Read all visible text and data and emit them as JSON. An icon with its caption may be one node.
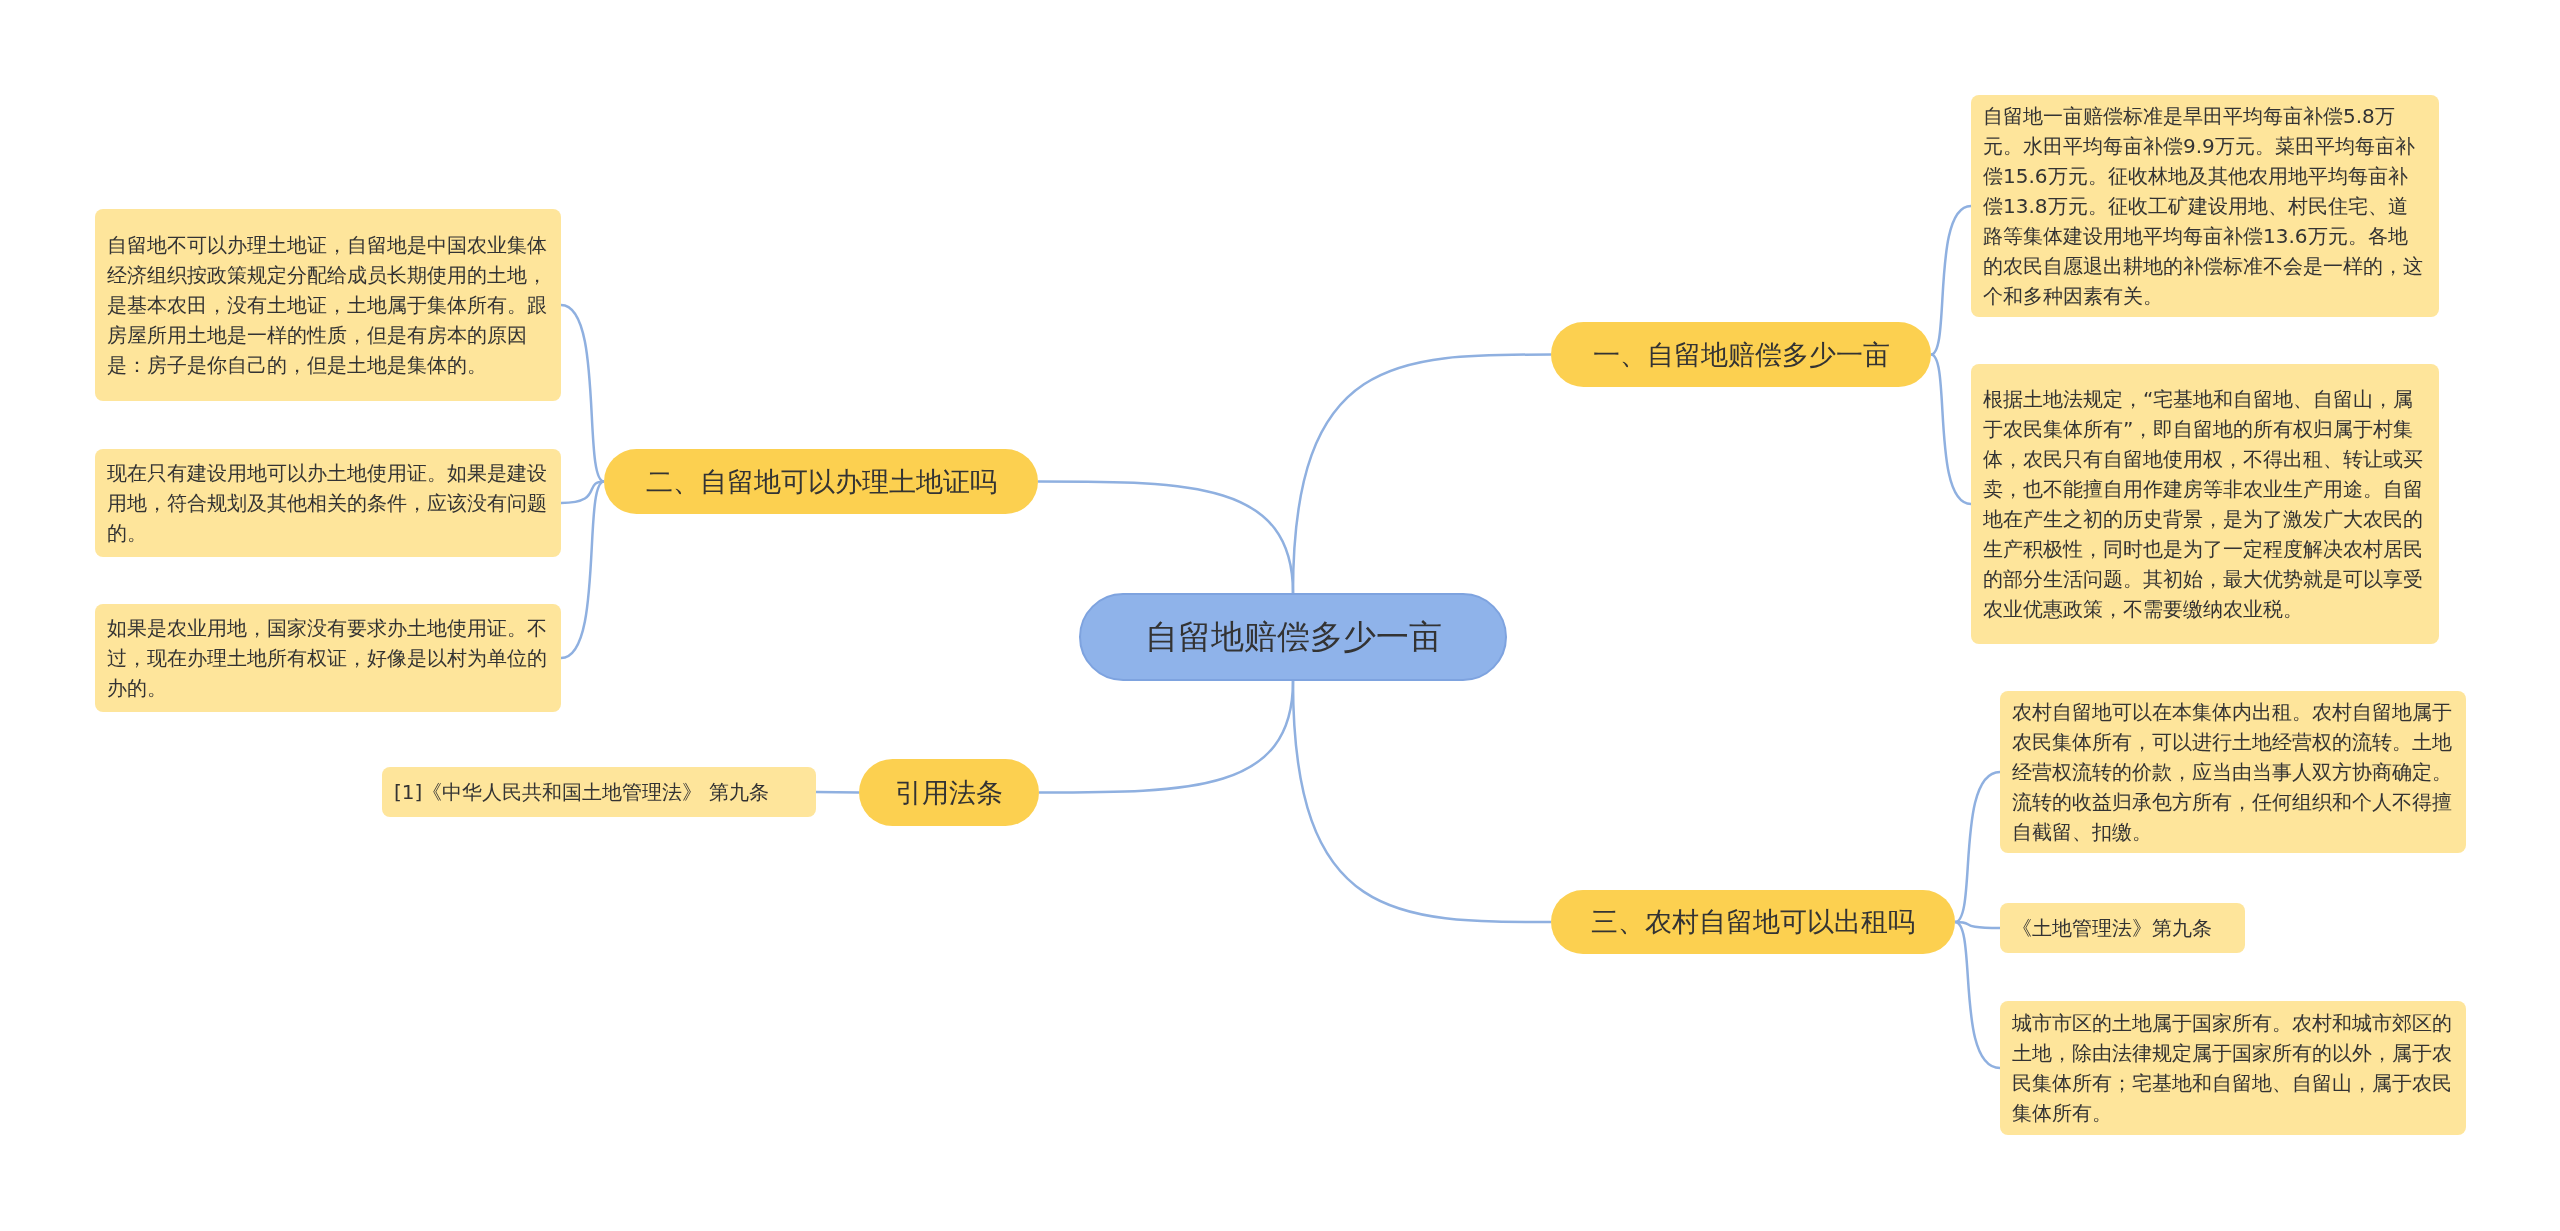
{
  "diagram": {
    "nodes": [
      {
        "text": [
          "自留地赔偿多少一亩"
        ]
      },
      {
        "text": [
          "一、自留地赔偿多少一亩"
        ]
      },
      {
        "text": [
          "自留地一亩赔偿标准是旱田平均每亩补偿5.8万元。水田平均每亩补偿9.9万元。菜田平均每亩补偿15.6万元。征收林地及其他农用地平均每亩补偿13.8万元。征收工矿建设用地、村民住宅、道路等集体建设用地平均每亩补偿13.6万元。各地的农民自愿退出耕地的补偿标准不会是一样的，这个和多种因素有关。"
        ]
      },
      {
        "text": [
          "根据土地法规定，“宅基地和自留地、自留山，属于农民集体所有”，即自留地的所有权归属于村集体，农民只有自留地使用权，不得出租、转让或买卖，也不能擅自用作建房等非农业生产用途。自留地在产生之初的历史背景，是为了激发广大农民的生产积极性，同时也是为了一定程度解决农村居民的部分生活问题。其初始，最大优势就是可以享受农业优惠政策，不需要缴纳农业税。"
        ]
      },
      {
        "text": [
          "二、自留地可以办理土地证吗"
        ]
      },
      {
        "text": [
          "自留地不可以办理土地证，自留地是中国农业集体经济组织按政策规定分配给成员长期使用的土地，是基本农田，没有土地证，土地属于集体所有。跟房屋所用土地是一样的性质，但是有房本的原因是：房子是你自己的，但是土地是集体的。"
        ]
      },
      {
        "text": [
          "现在只有建设用地可以办土地使用证。如果是建设用地，符合规划及其他相关的条件，应该没有问题的。"
        ]
      },
      {
        "text": [
          "如果是农业用地，国家没有要求办土地使用证。不过，现在办理土地所有权证，好像是以村为单位的办的。"
        ]
      },
      {
        "text": [
          "引用法条"
        ]
      },
      {
        "text": [
          "[1]《中华人民共和国土地管理法》 第九条"
        ]
      },
      {
        "text": [
          "三、农村自留地可以出租吗"
        ]
      },
      {
        "text": [
          "农村自留地可以在本集体内出租。农村自留地属于农民集体所有，可以进行土地经营权的流转。土地经营权流转的价款，应当由当事人双方协商确定。流转的收益归承包方所有，任何组织和个人不得擅自截留、扣缴。"
        ]
      },
      {
        "text": [
          "《土地管理法》第九条"
        ]
      },
      {
        "text": [
          "城市市区的土地属于国家所有。农村和城市郊区的土地，除由法律规定属于国家所有的以外，属于农民集体所有；宅基地和自留地、自留山，属于农民集体所有。"
        ]
      }
    ],
    "edges": [
      {
        "from": 0,
        "to": 1,
        "arrow": "none"
      },
      {
        "from": 1,
        "to": 2,
        "arrow": "none"
      },
      {
        "from": 1,
        "to": 3,
        "arrow": "none"
      },
      {
        "from": 0,
        "to": 4,
        "arrow": "none"
      },
      {
        "from": 4,
        "to": 5,
        "arrow": "none"
      },
      {
        "from": 4,
        "to": 6,
        "arrow": "none"
      },
      {
        "from": 4,
        "to": 7,
        "arrow": "none"
      },
      {
        "from": 0,
        "to": 8,
        "arrow": "none"
      },
      {
        "from": 8,
        "to": 9,
        "arrow": "none"
      },
      {
        "from": 0,
        "to": 10,
        "arrow": "none"
      },
      {
        "from": 10,
        "to": 11,
        "arrow": "none"
      },
      {
        "from": 10,
        "to": 12,
        "arrow": "none"
      },
      {
        "from": 10,
        "to": 13,
        "arrow": "none"
      }
    ]
  }
}
